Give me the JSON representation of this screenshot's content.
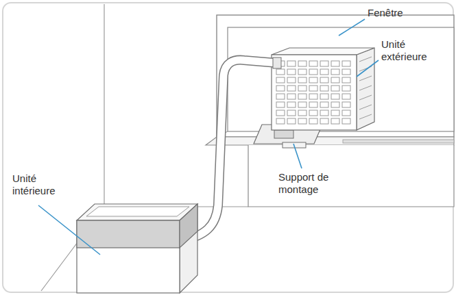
{
  "diagram": {
    "labels": [
      "Fenêtre",
      "Unité extérieure",
      "Support de montage",
      "Unité intérieure"
    ]
  }
}
